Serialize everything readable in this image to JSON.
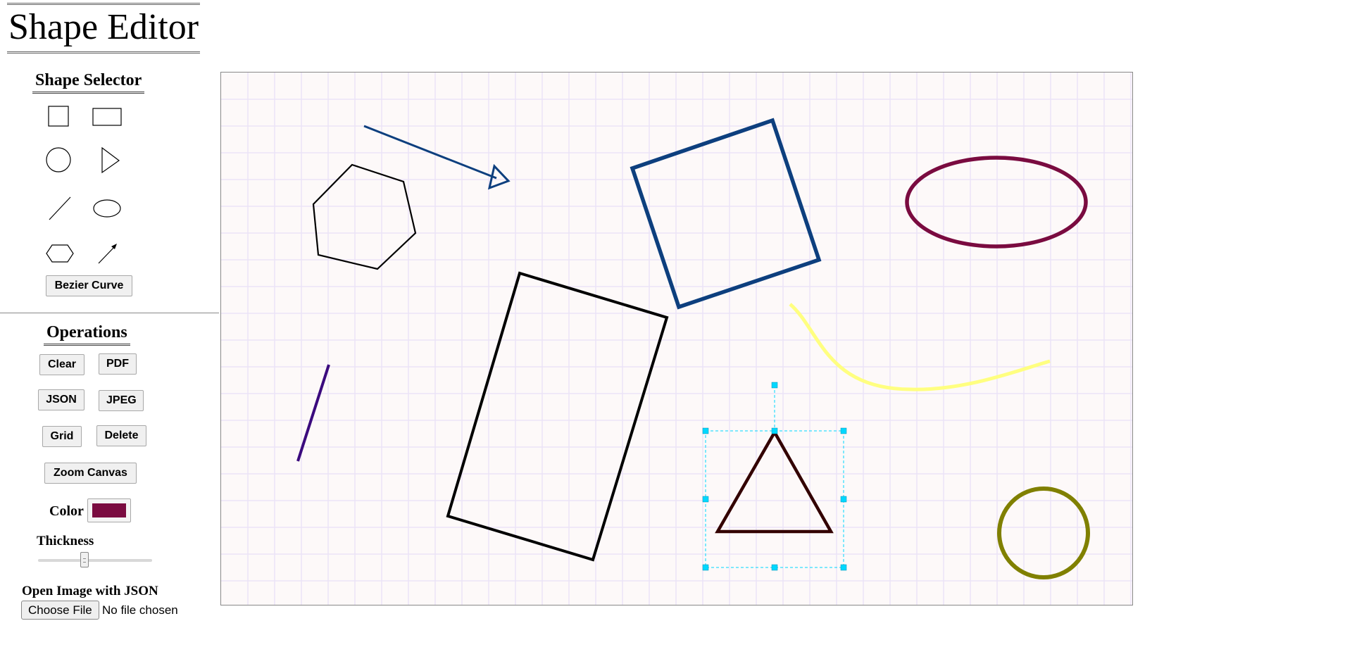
{
  "app": {
    "title": "Shape Editor"
  },
  "shape_selector": {
    "heading": "Shape Selector",
    "tools": [
      {
        "name": "square",
        "icon": "square-icon"
      },
      {
        "name": "rectangle",
        "icon": "rectangle-icon"
      },
      {
        "name": "circle",
        "icon": "circle-icon"
      },
      {
        "name": "triangle",
        "icon": "triangle-icon"
      },
      {
        "name": "line",
        "icon": "line-icon"
      },
      {
        "name": "ellipse",
        "icon": "ellipse-icon"
      },
      {
        "name": "hexagon",
        "icon": "hexagon-icon"
      },
      {
        "name": "arrow",
        "icon": "arrow-icon"
      }
    ],
    "bezier_label": "Bezier Curve"
  },
  "operations": {
    "heading": "Operations",
    "clear_label": "Clear",
    "pdf_label": "PDF",
    "json_label": "JSON",
    "jpeg_label": "JPEG",
    "grid_label": "Grid",
    "delete_label": "Delete",
    "zoom_label": "Zoom Canvas",
    "color_label": "Color",
    "color_value": "#7a0b40",
    "thickness_label": "Thickness",
    "thickness_fraction": 0.4,
    "open_label": "Open Image with JSON",
    "file_button_label": "Choose File",
    "file_status": "No file chosen"
  },
  "canvas": {
    "background": "#fdf9f9",
    "grid_color": "#ebe4f7",
    "grid_on": true,
    "selection_color": "#00d8ff",
    "shapes": [
      {
        "name": "arrow",
        "color": "#0d3f7e"
      },
      {
        "name": "hexagon",
        "color": "#000000"
      },
      {
        "name": "rotated-square",
        "color": "#0d3f7e"
      },
      {
        "name": "ellipse",
        "color": "#7a0b40"
      },
      {
        "name": "rotated-rectangle",
        "color": "#000000"
      },
      {
        "name": "bezier-curve",
        "color": "#ffff80"
      },
      {
        "name": "line",
        "color": "#3b0a7e"
      },
      {
        "name": "triangle",
        "color": "#330000",
        "selected": true
      },
      {
        "name": "circle",
        "color": "#808000"
      }
    ]
  }
}
